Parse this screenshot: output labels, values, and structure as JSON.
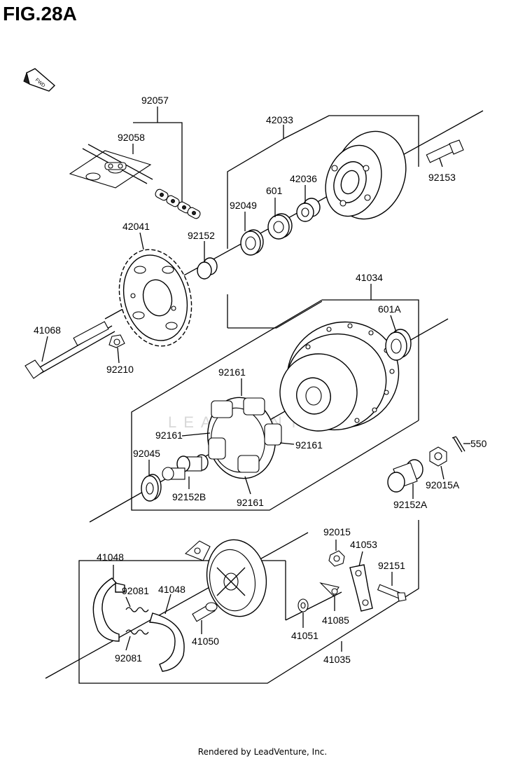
{
  "title": "FIG.28A",
  "footer": "Rendered by LeadVenture, Inc.",
  "fwd_badge": "FWD",
  "watermark": "LEADVENTURE",
  "labels": {
    "p92057": "92057",
    "p92058": "92058",
    "p42033": "42033",
    "p92153": "92153",
    "p42036": "42036",
    "p601": "601",
    "p92049": "92049",
    "p42041": "42041",
    "p92152": "92152",
    "p41034": "41034",
    "p601A": "601A",
    "p41068": "41068",
    "p92210": "92210",
    "p92161a": "92161",
    "p92161b": "92161",
    "p92161c": "92161",
    "p92161d": "92161",
    "p550": "550",
    "p92045": "92045",
    "p92152B": "92152B",
    "p92015A": "92015A",
    "p92152A": "92152A",
    "p92015": "92015",
    "p41053": "41053",
    "p41048a": "41048",
    "p41048b": "41048",
    "p92151": "92151",
    "p92081a": "92081",
    "p92081b": "92081",
    "p41050": "41050",
    "p41085": "41085",
    "p41051": "41051",
    "p41035": "41035"
  }
}
